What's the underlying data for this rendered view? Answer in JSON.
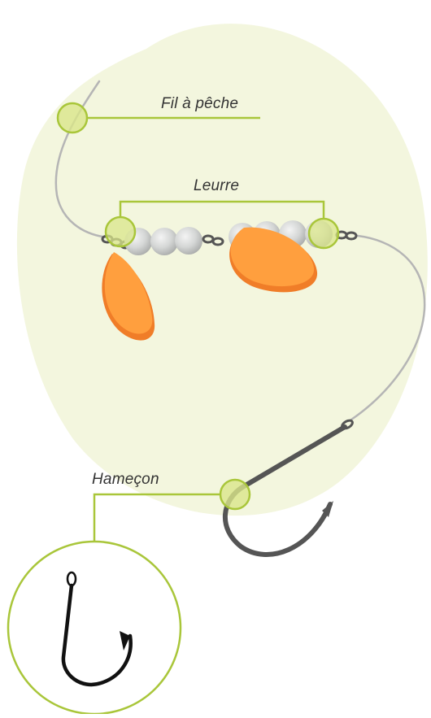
{
  "labels": {
    "fishing_line": "Fil à pêche",
    "lure": "Leurre",
    "hook": "Hameçon"
  },
  "colors": {
    "background_blob": "#f3f6de",
    "highlight_fill": "#d9e68a",
    "highlight_stroke": "#a9c63a",
    "leader_line": "#a9c63a",
    "fishing_line": "#b5b5b5",
    "blade_orange": "#ff9f3e",
    "blade_shadow": "#f07d28",
    "bead": "#cfd1d0",
    "hook": "#555555"
  },
  "icons": {
    "beads": "white-bead-icon",
    "blades": "spinner-blade-icon",
    "hook": "fishing-hook-icon"
  }
}
